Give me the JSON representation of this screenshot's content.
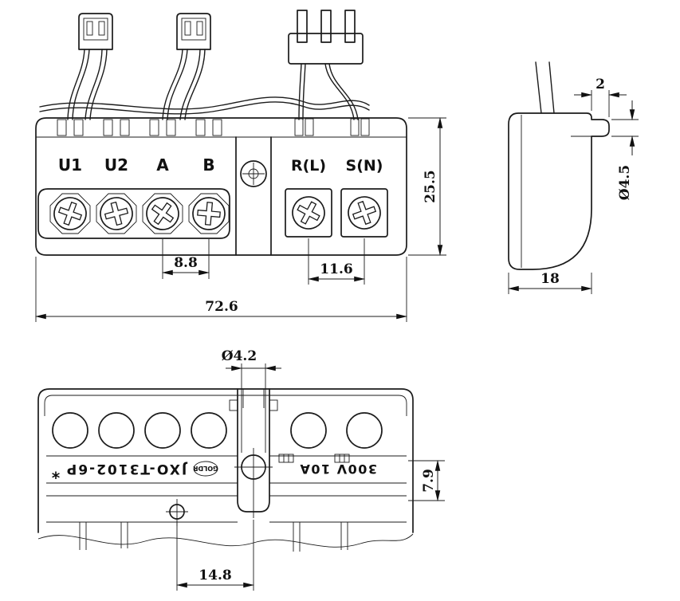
{
  "drawing": {
    "front_view": {
      "terminals": [
        "U1",
        "U2",
        "A",
        "B"
      ],
      "line_terminals": [
        "R(L)",
        "S(N)"
      ],
      "dims": {
        "pitch": "8.8",
        "overall_width": "72.6",
        "line_pitch": "11.6",
        "height": "25.5"
      }
    },
    "side_view": {
      "dims": {
        "tab_offset": "2",
        "wire_diameter": "Ø4.5",
        "depth": "18"
      }
    },
    "bottom_view": {
      "part_number": "JXO-T3102-6P",
      "brand": "GOLDR",
      "marking": "*",
      "rating": "300V 10A",
      "dims": {
        "hole_diameter": "Ø4.2",
        "boss_height": "7.9",
        "hole_offset": "14.8"
      }
    }
  }
}
